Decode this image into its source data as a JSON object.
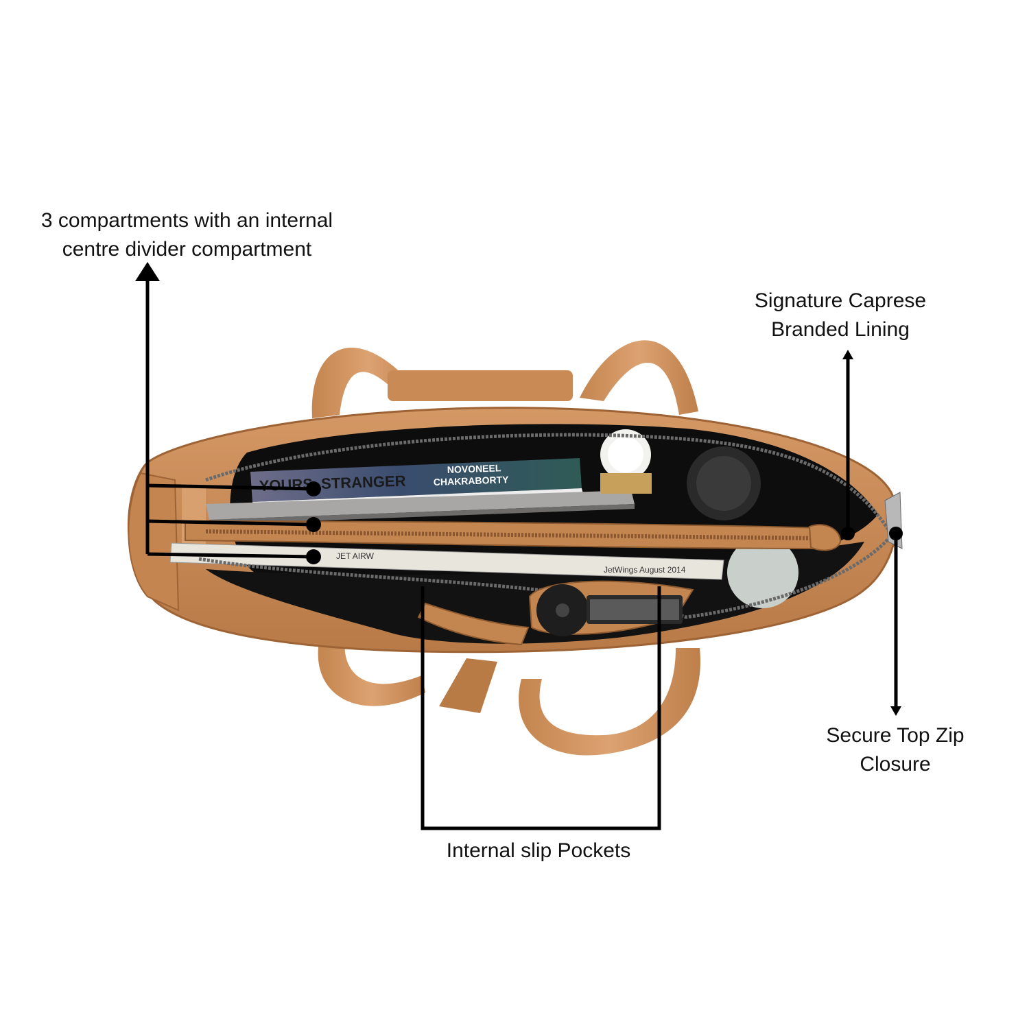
{
  "callouts": {
    "compartments": {
      "line1": "3 compartments with an internal",
      "line2": "centre divider compartment"
    },
    "lining": {
      "line1": "Signature Caprese",
      "line2": "Branded Lining"
    },
    "zip": {
      "line1": "Secure Top Zip",
      "line2": "Closure"
    },
    "pockets": {
      "line1": "Internal slip Pockets"
    }
  },
  "book": {
    "title": "YOURS, STRANGER",
    "author_first": "NOVONEEL",
    "author_last": "CHAKRABORTY"
  },
  "magazine": {
    "spine_left": "JET AIRW",
    "spine_right": "JetWings August 2014"
  },
  "colors": {
    "leather": "#C98A55",
    "leather_dark": "#A86A3A",
    "lining": "#0D0D0D",
    "annotation": "#000000"
  }
}
